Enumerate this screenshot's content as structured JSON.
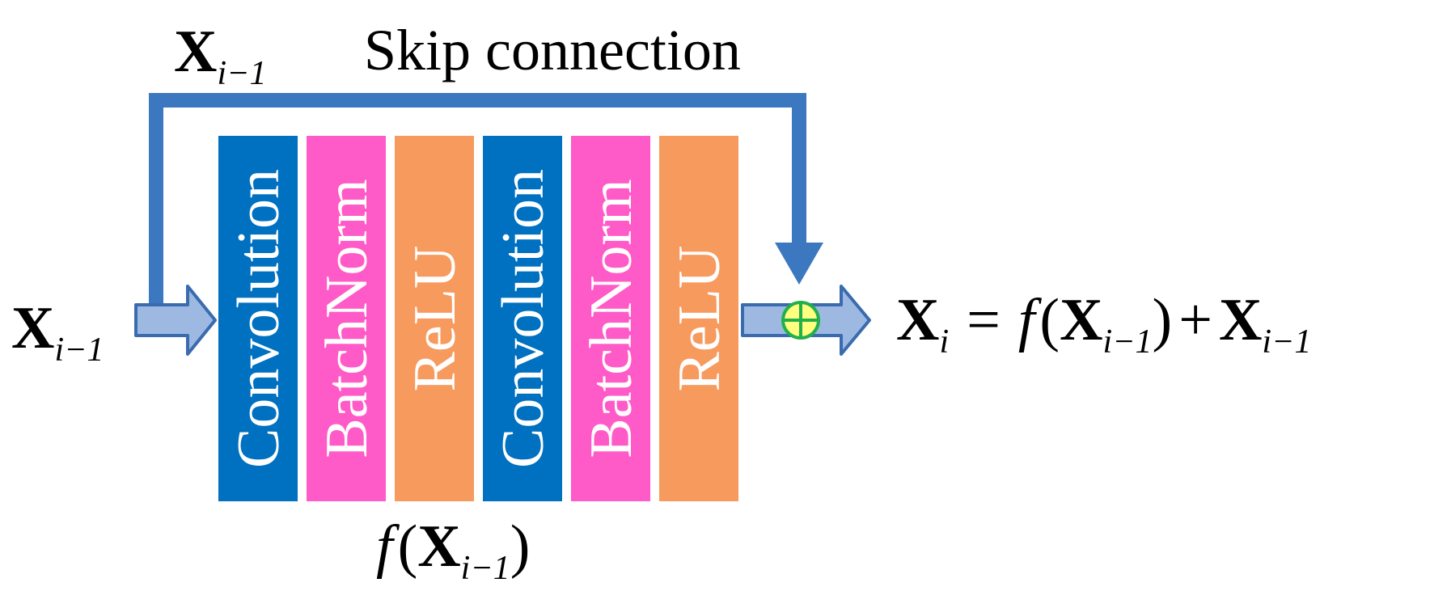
{
  "skip_label": "Skip connection",
  "colors": {
    "convolution": "#0070C0",
    "batchnorm": "#FF5BC8",
    "relu": "#F79A5E",
    "arrow_fill": "#9DB9E1",
    "arrow_stroke": "#3A6BAE",
    "skip_line": "#3C78C0",
    "sum_fill": "#FFFF80",
    "sum_stroke": "#23B04A"
  },
  "blocks": [
    {
      "label": "Convolution",
      "kind": "convolution"
    },
    {
      "label": "BatchNorm",
      "kind": "batchnorm"
    },
    {
      "label": "ReLU",
      "kind": "relu"
    },
    {
      "label": "Convolution",
      "kind": "convolution"
    },
    {
      "label": "BatchNorm",
      "kind": "batchnorm"
    },
    {
      "label": "ReLU",
      "kind": "relu"
    }
  ],
  "symbols": {
    "X": "X",
    "f": "f",
    "sub_i": "i",
    "sub_i_minus_1": "i−1",
    "lparen": "(",
    "rparen": ")",
    "equals": "=",
    "plus": "+"
  },
  "icons": {
    "sum_node": "circle-plus-icon",
    "input_arrow": "right-arrow-icon",
    "output_arrow": "right-arrow-icon"
  }
}
